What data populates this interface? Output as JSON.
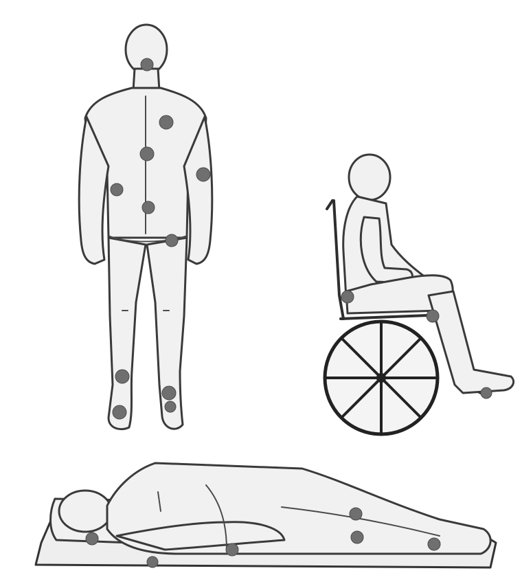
{
  "figures": {
    "standing_back_view": {
      "pressure_points": [
        "back-of-head",
        "shoulder-blade-right",
        "spine-upper",
        "elbow-right",
        "elbow-left",
        "spine-lower",
        "hip-right",
        "knee-left",
        "knee-right",
        "heel-left",
        "heel-right"
      ]
    },
    "seated_wheelchair_view": {
      "pressure_points": [
        "sacrum",
        "thigh-back",
        "heel"
      ]
    },
    "lying_side_view": {
      "pressure_points": [
        "ear",
        "shoulder",
        "ribs",
        "hip",
        "knee",
        "ankle"
      ]
    }
  },
  "colors": {
    "outline": "#3a3a3a",
    "body_fill": "#f1f1f1",
    "pressure_point": "#6f6f6f",
    "wheel": "#222222",
    "background": "#ffffff"
  }
}
